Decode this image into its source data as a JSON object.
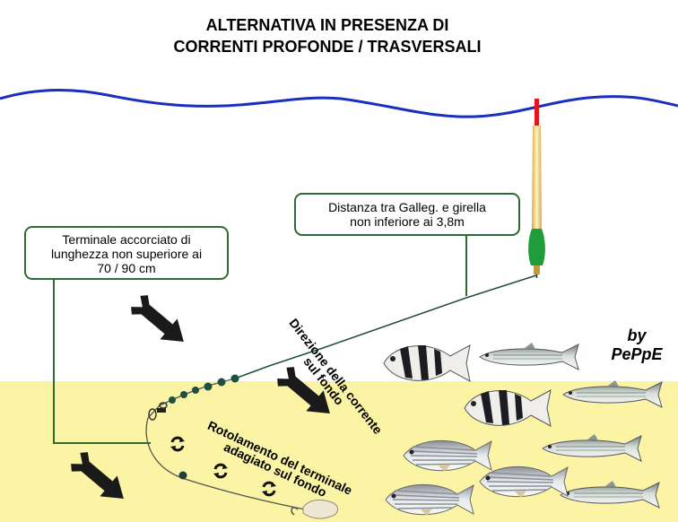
{
  "title": {
    "line1": "ALTERNATIVA IN PRESENZA DI",
    "line2": "CORRENTI PROFONDE / TRASVERSALI"
  },
  "callouts": {
    "distance": {
      "line1": "Distanza tra Galleg. e girella",
      "line2": "non inferiore ai 3,8m"
    },
    "terminal": {
      "line1": "Terminale accorciato di",
      "line2": "lunghezza non superiore ai",
      "line3": "70 / 90 cm"
    }
  },
  "labels": {
    "current_line1": "Direzione della corrente",
    "current_line2": "sul fondo",
    "rolling_line1": "Rotolamento del terminale",
    "rolling_line2": "adagiato sul fondo"
  },
  "signature": {
    "line1": "by",
    "line2": "PePpE"
  },
  "colors": {
    "water_line": "#1a2fbf",
    "sea_bed": "#fbf4a4",
    "callout_border": "#2f6b2f",
    "fishing_line": "#1f4f3f",
    "float_red": "#e8141c",
    "float_green": "#1f9d3a"
  },
  "icons": [
    "current-arrow-icon",
    "rotation-icon",
    "float-icon",
    "swivel-icon",
    "bait-icon",
    "fish-icon"
  ]
}
